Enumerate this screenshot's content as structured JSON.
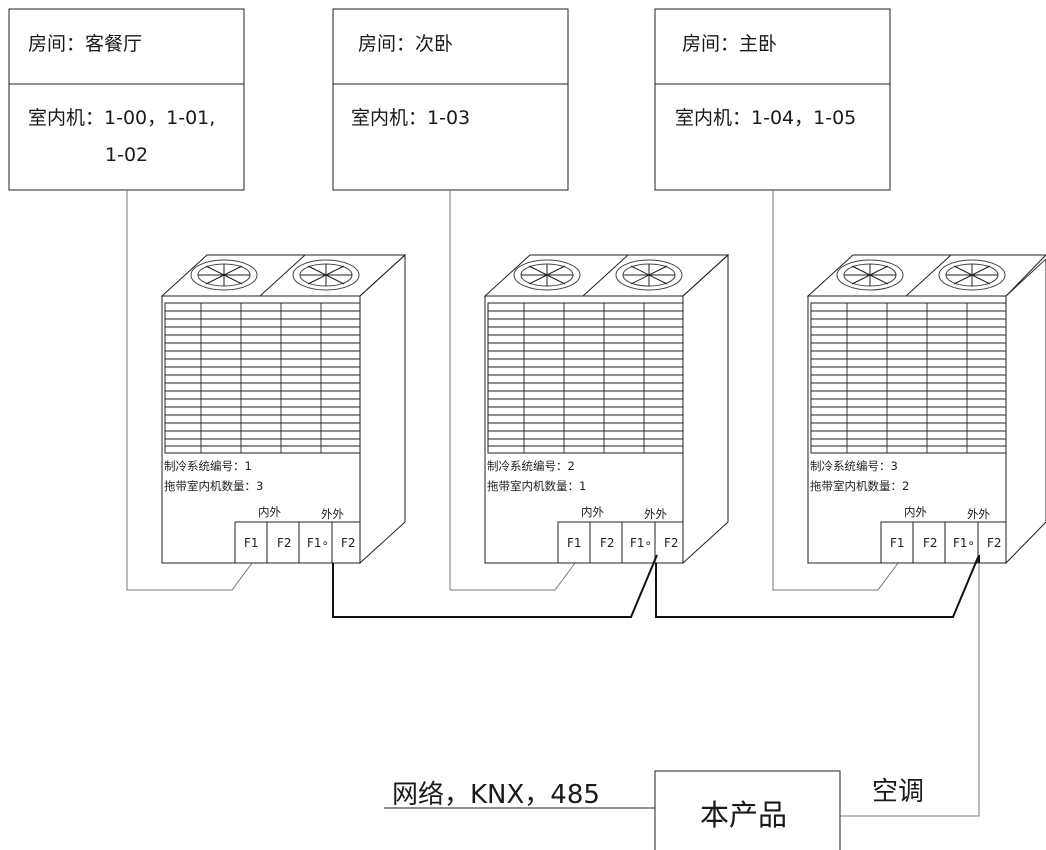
{
  "rooms": [
    {
      "room_label": "房间：客餐厅",
      "indoor_line1": "室内机：1-00，1-01,",
      "indoor_line2": "1-02"
    },
    {
      "room_label": "房间：次卧",
      "indoor_line1": "室内机：1-03",
      "indoor_line2": ""
    },
    {
      "room_label": "房间：主卧",
      "indoor_line1": "室内机：1-04，1-05",
      "indoor_line2": ""
    }
  ],
  "units": [
    {
      "system_no": "制冷系统编号：1",
      "indoor_count": "拖带室内机数量：3",
      "in_label": "内外",
      "out_label": "外外",
      "f1": "F1",
      "f2": "F2",
      "f1o": "F1∘",
      "f2o": "F2"
    },
    {
      "system_no": "制冷系统编号：2",
      "indoor_count": "拖带室内机数量：1",
      "in_label": "内外",
      "out_label": "外外",
      "f1": "F1",
      "f2": "F2",
      "f1o": "F1∘",
      "f2o": "F2"
    },
    {
      "system_no": "制冷系统编号：3",
      "indoor_count": "拖带室内机数量：2",
      "in_label": "内外",
      "out_label": "外外",
      "f1": "F1",
      "f2": "F2",
      "f1o": "F1∘",
      "f2o": "F2"
    }
  ],
  "product": {
    "label": "本产品",
    "network_label": "网络，KNX，485",
    "ac_label": "空调"
  }
}
